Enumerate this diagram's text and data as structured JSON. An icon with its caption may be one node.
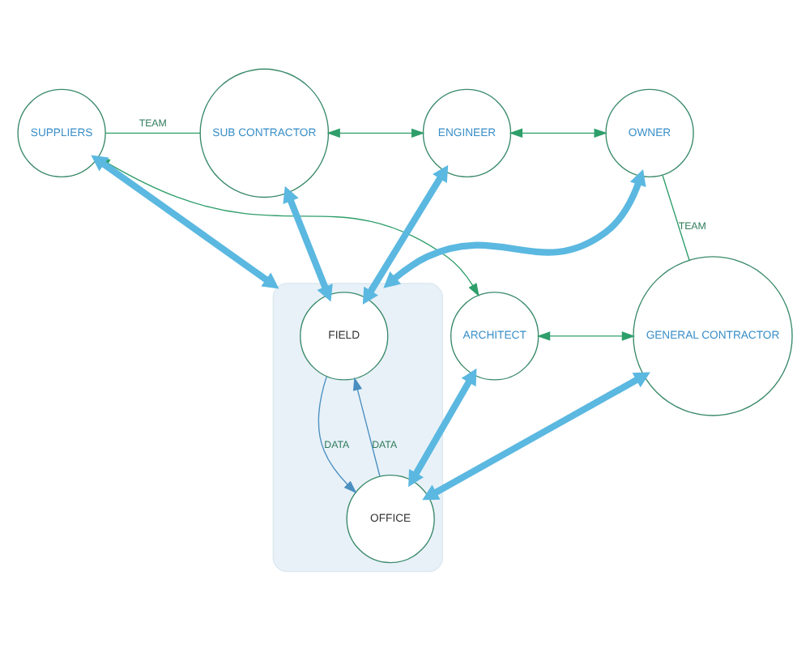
{
  "diagram": {
    "nodes": [
      {
        "text": [
          "SUPPLIERS"
        ]
      },
      {
        "text": [
          "SUB CONTRACTOR"
        ]
      },
      {
        "text": [
          "ARCHITECT"
        ]
      },
      {
        "text": [],
        "shape": "ellipse"
      },
      {
        "text": [
          "FIELD"
        ],
        "in": 3
      },
      {
        "text": [
          "OFFICE"
        ],
        "in": 3
      },
      {
        "text": [
          "ENGINEER"
        ]
      },
      {
        "text": [
          "GENERAL CONTRACTOR"
        ]
      },
      {
        "text": [
          "OWNER"
        ]
      }
    ],
    "edges": [
      {
        "from": 0,
        "to": 3,
        "arrow": "both",
        "style": "thick",
        "color": "#5bb8e0"
      },
      {
        "from": 1,
        "to": 4,
        "arrow": "both",
        "style": "thick",
        "color": "#5bb8e0"
      },
      {
        "from": 2,
        "to": 5,
        "arrow": "both",
        "style": "thick",
        "color": "#5bb8e0"
      },
      {
        "from": 6,
        "to": 4,
        "arrow": "both",
        "style": "thick",
        "color": "#5bb8e0"
      },
      {
        "from": 7,
        "to": 5,
        "arrow": "both",
        "style": "thick",
        "color": "#5bb8e0"
      },
      {
        "from": 8,
        "to": 3,
        "arrow": "both",
        "style": "thick",
        "color": "#5bb8e0"
      },
      {
        "from": 4,
        "to": 5,
        "arrow": "to",
        "label": "DATA",
        "color": "#4a8fc0"
      },
      {
        "from": 5,
        "to": 4,
        "arrow": "to",
        "label": "DATA",
        "color": "#4a8fc0"
      },
      {
        "from": 1,
        "to": 0,
        "arrow": "none",
        "label": "TEAM",
        "color": "#2e9e6a"
      },
      {
        "from": 0,
        "to": 2,
        "arrow": "both",
        "color": "#2e9e6a"
      },
      {
        "from": 2,
        "to": 7,
        "arrow": "both",
        "color": "#2e9e6a"
      },
      {
        "from": 7,
        "to": 8,
        "arrow": "none",
        "label": "TEAM",
        "color": "#2e9e6a"
      },
      {
        "from": 8,
        "to": 6,
        "arrow": "both",
        "color": "#2e9e6a"
      },
      {
        "from": 6,
        "to": 1,
        "arrow": "both",
        "color": "#2e9e6a"
      }
    ]
  }
}
